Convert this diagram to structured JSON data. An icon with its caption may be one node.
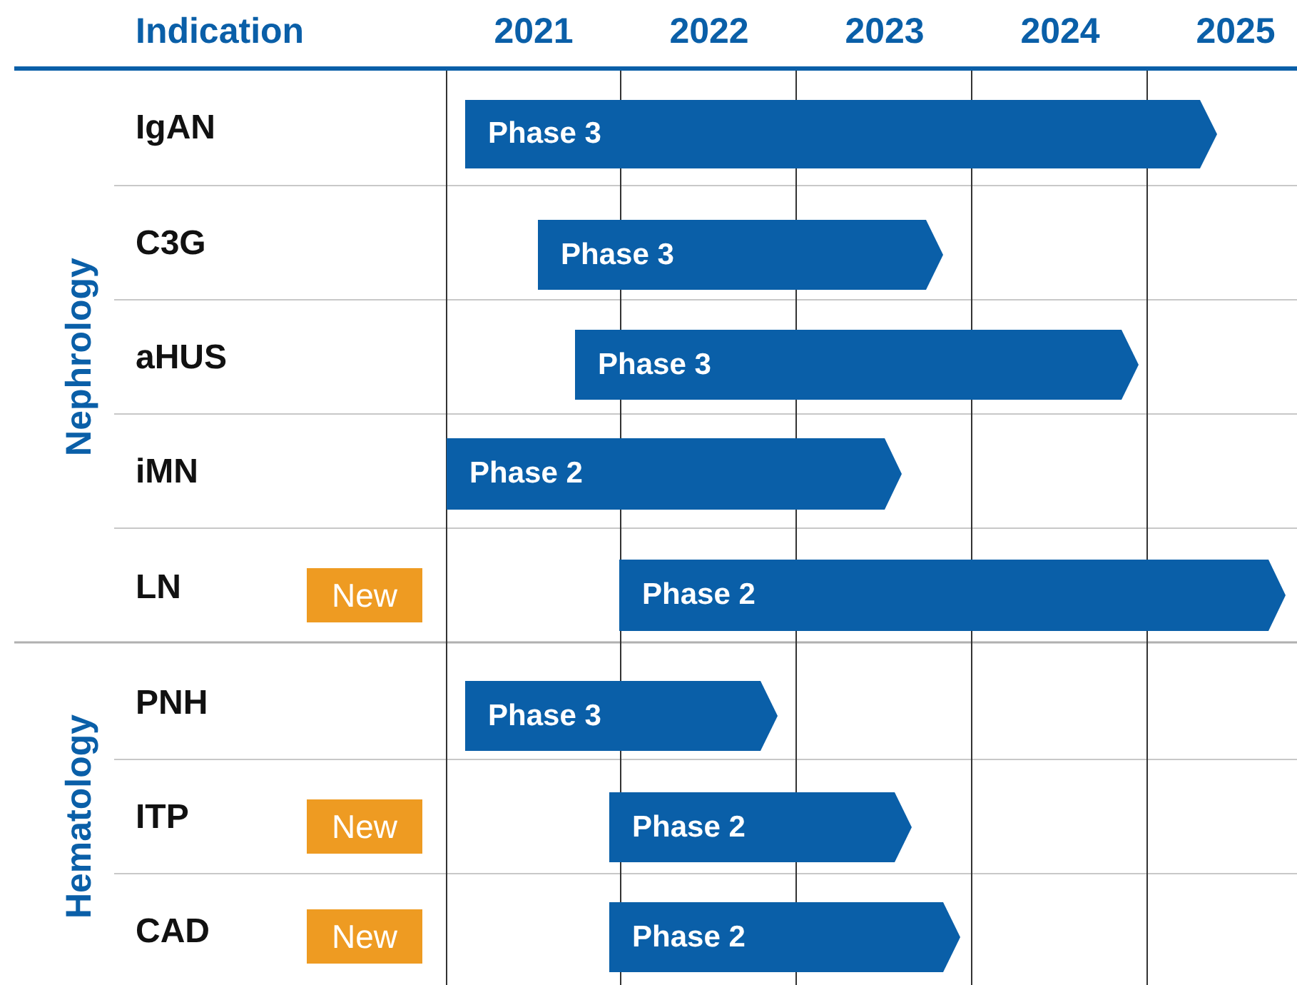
{
  "diagram": {
    "nodes": [
      {
        "text": [
          "Phase 3"
        ]
      },
      {
        "text": [
          "Phase 3"
        ]
      },
      {
        "text": [
          "Phase 3"
        ]
      },
      {
        "text": [
          "Phase 2"
        ]
      },
      {
        "text": [
          "New"
        ]
      },
      {
        "text": [
          "Phase 2"
        ]
      },
      {
        "text": [
          "Phase 3"
        ]
      },
      {
        "text": [
          "New"
        ]
      },
      {
        "text": [
          "Phase 2"
        ]
      },
      {
        "text": [
          "New"
        ]
      },
      {
        "text": [
          "Phase 2"
        ]
      }
    ],
    "labels": [
      "Indication",
      "2021",
      "2022",
      "2023",
      "2024",
      "2025",
      "Nephrology",
      "IgAN",
      "C3G",
      "aHUS",
      "iMN",
      "LN",
      "Hematology",
      "PNH",
      "ITP",
      "CAD"
    ]
  }
}
